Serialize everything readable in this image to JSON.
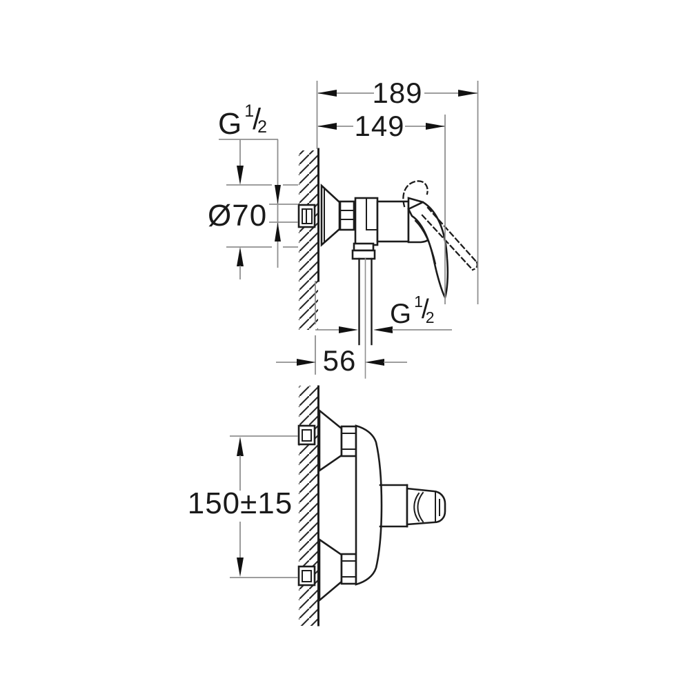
{
  "dims": {
    "total_depth": "189",
    "body_depth": "149",
    "escutcheon_diameter": "Ø70",
    "wall_to_outlet": "56",
    "inlet_spacing": "150±15",
    "thread": {
      "g": "G",
      "num": "1",
      "slash": "/",
      "den": "2"
    }
  },
  "colors": {
    "line": "#1c1c1c",
    "dimension_line": "#8f8f8f",
    "text": "#1a1a1a",
    "background": "#ffffff"
  }
}
